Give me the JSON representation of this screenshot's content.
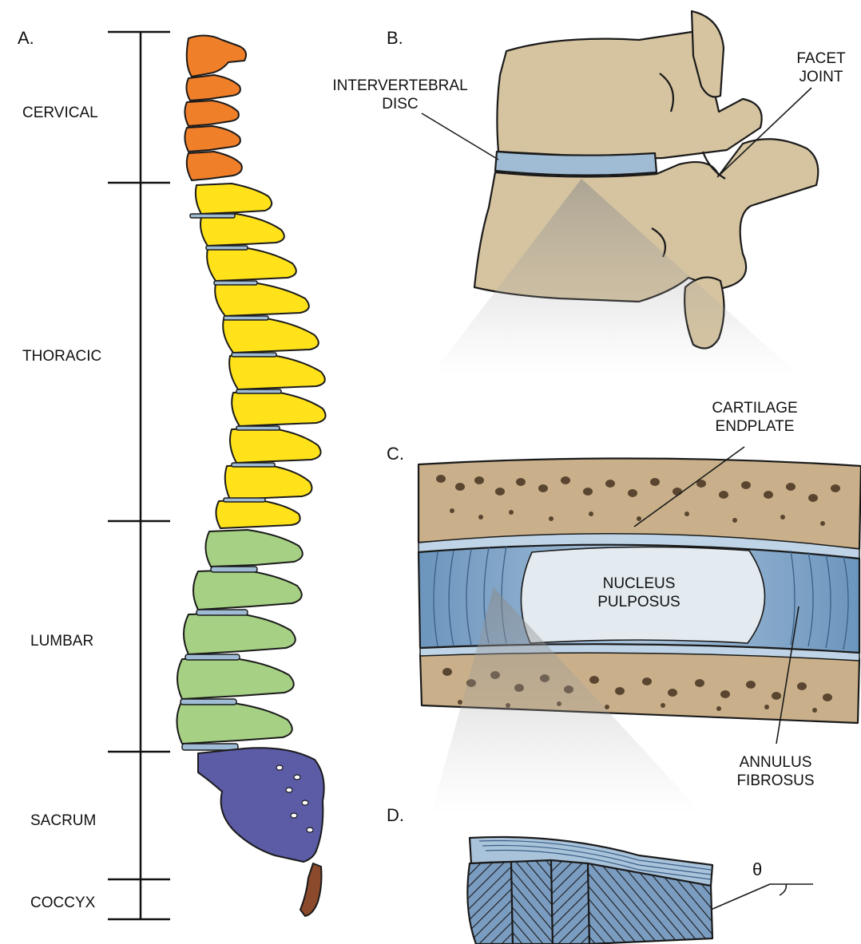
{
  "panels": {
    "a": "A.",
    "b": "B.",
    "c": "C.",
    "d": "D."
  },
  "regions": {
    "cervical": "CERVICAL",
    "thoracic": "THORACIC",
    "lumbar": "LUMBAR",
    "sacrum": "SACRUM",
    "coccyx": "COCCYX"
  },
  "labels_b": {
    "intervertebral_disc_1": "INTERVERTEBRAL",
    "intervertebral_disc_2": "DISC",
    "facet_joint_1": "FACET",
    "facet_joint_2": "JOINT"
  },
  "labels_c": {
    "cartilage_endplate_1": "CARTILAGE",
    "cartilage_endplate_2": "ENDPLATE",
    "nucleus_pulposus_1": "NUCLEUS",
    "nucleus_pulposus_2": "PULPOSUS",
    "annulus_fibrosus_1": "ANNULUS",
    "annulus_fibrosus_2": "FIBROSUS"
  },
  "labels_d": {
    "theta": "θ"
  },
  "colors": {
    "cervical": "#f07f2a",
    "thoracic": "#ffe21a",
    "lumbar": "#a6d083",
    "sacrum": "#5b5ba6",
    "coccyx": "#8b4a2b",
    "bone": "#d6c4a0",
    "disc": "#9fbcd4",
    "annulus": "#7ea6c9",
    "nucleus": "#dfe8ef"
  }
}
